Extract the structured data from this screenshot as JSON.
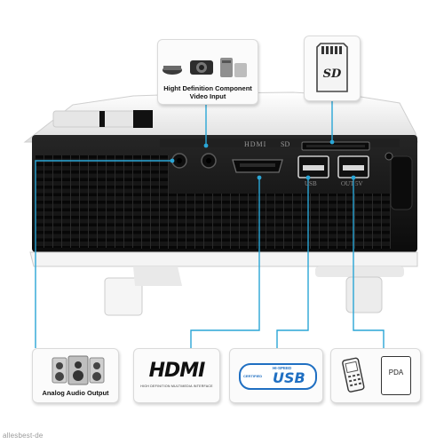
{
  "component_box": {
    "line1": "Hight Definition Component",
    "line2": "Video Input"
  },
  "ports": {
    "hdmi": "HDMI",
    "sd": "SD",
    "usb1": "USB",
    "usb2": "OUT 5V"
  },
  "callouts": {
    "audio": "Analog Audio Output",
    "hdmi_logo": "HDMI",
    "hdmi_tagline": "HIGH DEFINITION MULTIMEDIA INTERFACE",
    "usb_badge_top": "HI-SPEED",
    "usb_badge_left": "CERTIFIED",
    "usb_logo": "USB",
    "pda": "PDA"
  },
  "watermark": "allesbest-de",
  "colors": {
    "leader_line": "#2aa6d6",
    "body": "#151515",
    "shell": "#f1f1f1",
    "usb_blue": "#1f6fc2"
  }
}
